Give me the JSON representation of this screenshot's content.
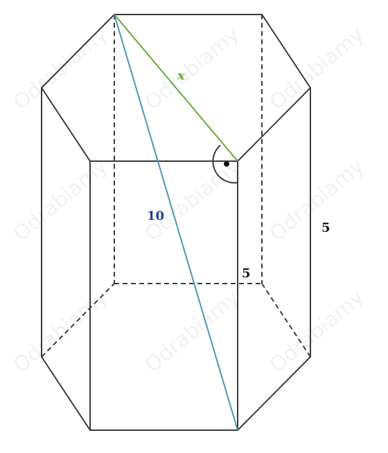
{
  "labels": {
    "x": "x",
    "diagonal": "10",
    "height_right": "5",
    "height_inner": "5"
  },
  "watermark": "Odrabiamy",
  "colors": {
    "edge": "#3a3a3a",
    "x_segment": "#66a832",
    "diagonal": "#4a96b4",
    "diagonal_label": "#1c3f94",
    "text": "#111111"
  }
}
